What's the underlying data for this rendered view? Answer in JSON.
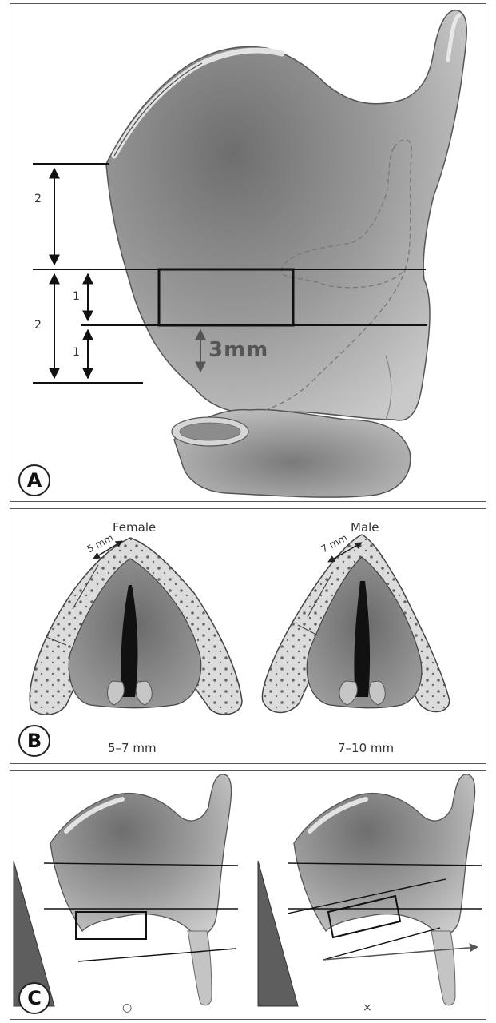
{
  "panel_a": {
    "label": "A",
    "dim_upper": "2",
    "dim_lower": "2",
    "dim_sub_upper": "1",
    "dim_sub_lower": "1",
    "measurement": "3mm"
  },
  "panel_b": {
    "label": "B",
    "female": {
      "title": "Female",
      "measure": "5 mm",
      "range": "5–7 mm"
    },
    "male": {
      "title": "Male",
      "measure": "7 mm",
      "range": "7–10 mm"
    }
  },
  "panel_c": {
    "label": "C",
    "left_mark": "○",
    "right_mark": "×"
  }
}
